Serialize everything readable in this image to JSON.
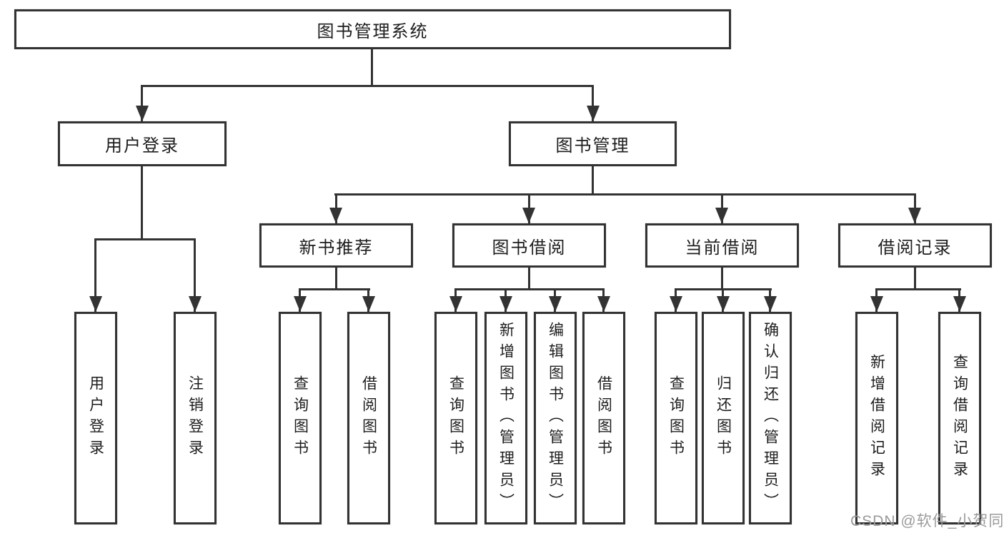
{
  "tree": {
    "root": "图书管理系统",
    "children": [
      {
        "label": "用户登录",
        "children": [
          "用户登录",
          "注销登录"
        ]
      },
      {
        "label": "图书管理",
        "children": [
          {
            "label": "新书推荐",
            "children": [
              "查询图书",
              "借阅图书"
            ]
          },
          {
            "label": "图书借阅",
            "children": [
              "查询图书",
              "新增图书（管理员）",
              "编辑图书（管理员）",
              "借阅图书"
            ]
          },
          {
            "label": "当前借阅",
            "children": [
              "查询图书",
              "归还图书",
              "确认归还（管理员）"
            ]
          },
          {
            "label": "借阅记录",
            "children": [
              "新增借阅记录",
              "查询借阅记录"
            ]
          }
        ]
      }
    ]
  },
  "watermark": "CSDN @软件_小贺同学",
  "colors": {
    "line": "#333333",
    "text": "#1d1d1d",
    "background": "#ffffff",
    "watermark": "#9b9b9b"
  }
}
